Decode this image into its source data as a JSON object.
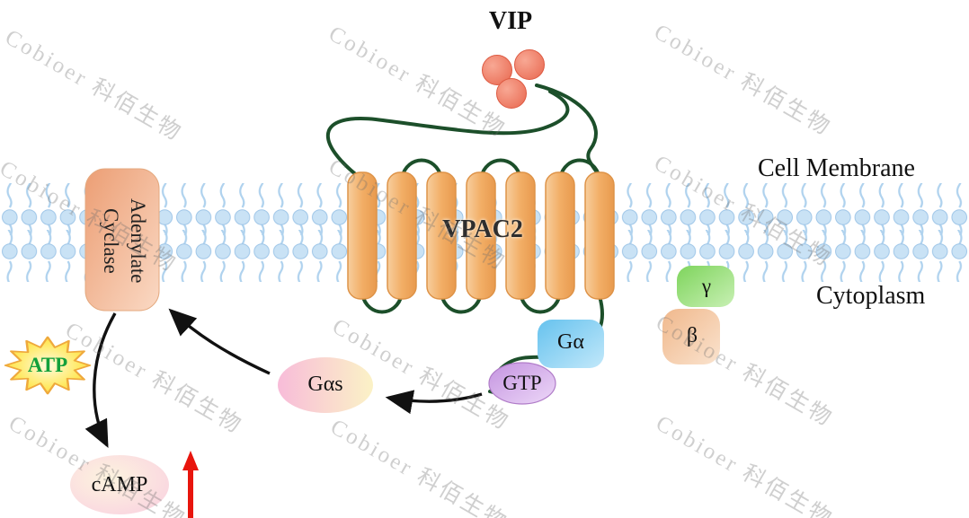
{
  "diagram": {
    "type": "signaling-pathway",
    "watermark_text": "Cobioer 科佰生物",
    "labels": {
      "vip": "VIP",
      "receptor": "VPAC2",
      "cell_membrane": "Cell Membrane",
      "cytoplasm": "Cytoplasm",
      "adenylate_cyclase": "Adenylate Cyclase",
      "g_alpha": "Gα",
      "gtp": "GTP",
      "g_alpha_s": "Gαs",
      "atp": "ATP",
      "camp": "cAMP",
      "beta": "β",
      "gamma": "γ"
    },
    "colors": {
      "membrane_head": "#C9E2F5",
      "membrane_tail": "#AFD2EE",
      "helix_fill": "#F2AE66",
      "helix_border": "#DE9348",
      "chain_green": "#1C4F2A",
      "vip_ligand": "#E96A52",
      "adenylate_cyclase_box": "#EC9E74",
      "g_alpha_box": "#66C2EE",
      "gtp_ellipse": "#C493E0",
      "gas_pink": "#F8BCD9",
      "gas_yellow": "#FBF2C6",
      "beta_box": "#F0B88C",
      "gamma_box": "#7ED45C",
      "atp_star": "#FFE14D",
      "atp_star_border": "#EFA93C",
      "atp_text": "#13A03B",
      "camp_ellipse": "#F9CCE0",
      "arrow_black": "#111111",
      "arrow_red": "#E8150D"
    }
  }
}
